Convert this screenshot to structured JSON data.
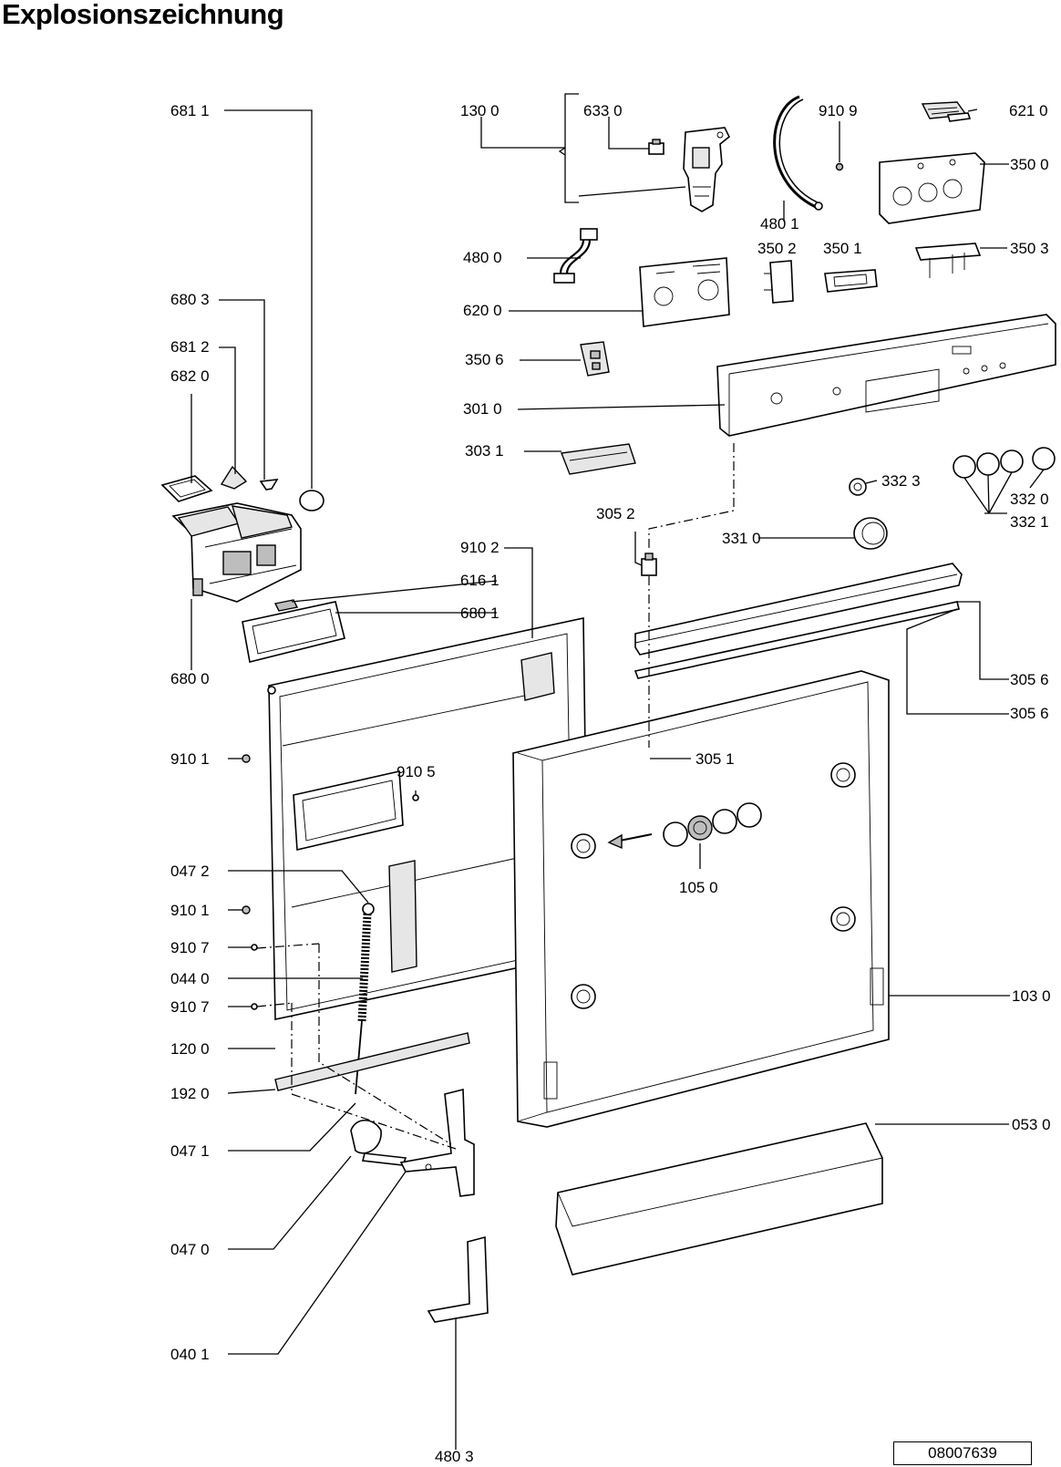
{
  "title": "Explosionszeichnung",
  "document_number": "08007639",
  "labels": {
    "p6811": "681 1",
    "p1300": "130 0",
    "p6330": "633 0",
    "p9109": "910 9",
    "p6210": "621 0",
    "p3500": "350 0",
    "p4801": "480 1",
    "p4800": "480 0",
    "p3502": "350 2",
    "p3501": "350 1",
    "p3503": "350 3",
    "p6803": "680 3",
    "p6200": "620 0",
    "p6812": "681 2",
    "p6820": "682 0",
    "p3506": "350 6",
    "p3010": "301 0",
    "p3031": "303 1",
    "p3323": "332 3",
    "p3320": "332 0",
    "p3052": "305 2",
    "p3321": "332 1",
    "p3310": "331 0",
    "p9102": "910 2",
    "p6161": "616 1",
    "p6801": "680 1",
    "p6800": "680 0",
    "p3056a": "305 6",
    "p3056b": "305 6",
    "p9101a": "910 1",
    "p3051": "305 1",
    "p9105": "910 5",
    "p0472": "047 2",
    "p1050": "105 0",
    "p9101b": "910 1",
    "p9107a": "910 7",
    "p0440": "044 0",
    "p9107b": "910 7",
    "p1030": "103 0",
    "p1200": "120 0",
    "p1920": "192 0",
    "p0530": "053 0",
    "p0471": "047 1",
    "p0470": "047 0",
    "p0401": "040 1",
    "p4803": "480 3"
  }
}
